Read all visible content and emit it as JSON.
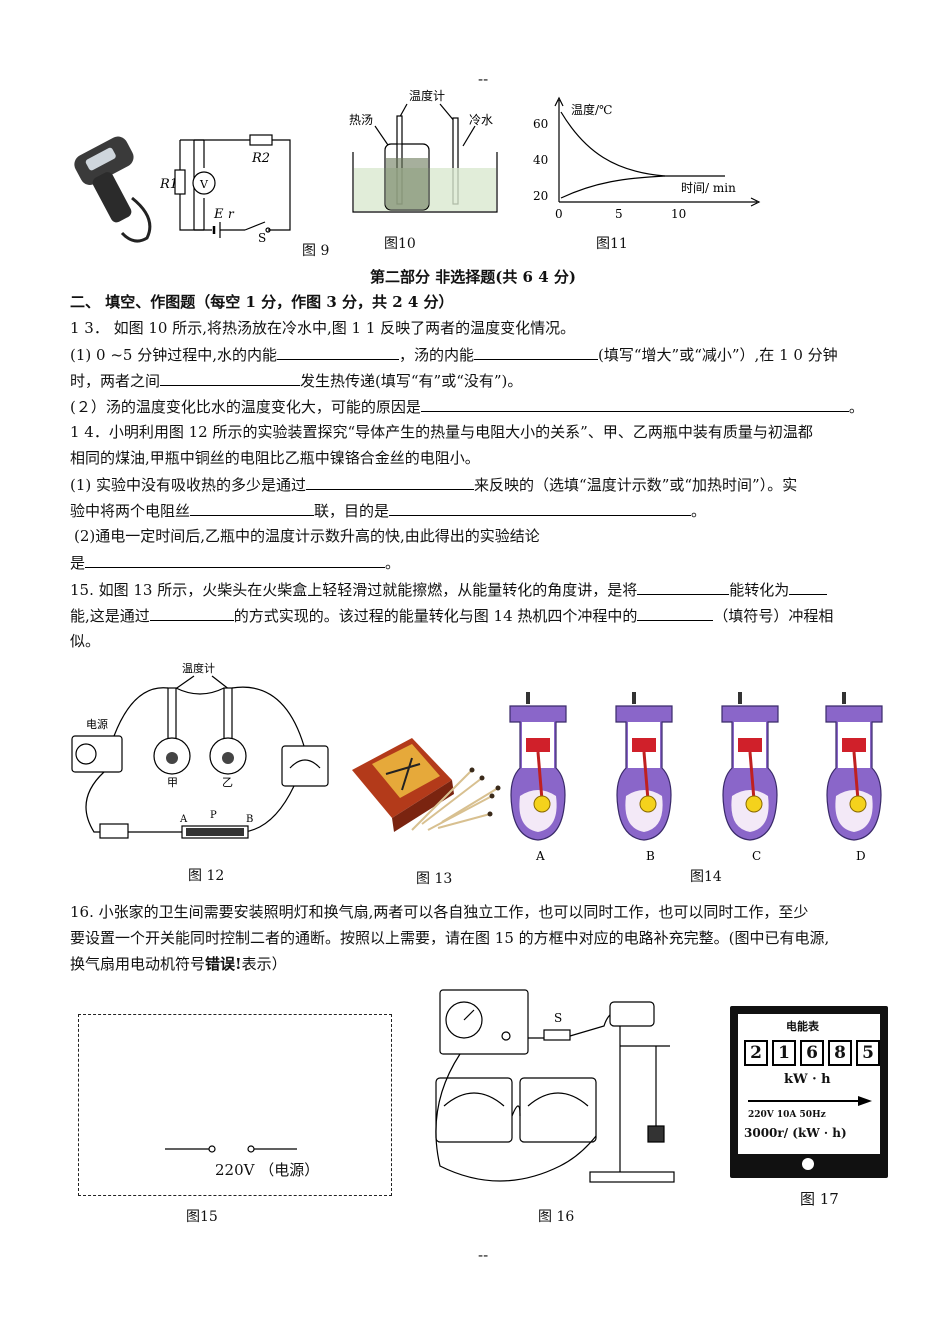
{
  "page": {
    "top_mark": "--",
    "bottom_mark": "--"
  },
  "figures": {
    "fig9": {
      "caption": "图 9",
      "labels": {
        "r1": "R1",
        "r2": "R2",
        "v": "V",
        "e": "E",
        "r": "r",
        "s": "S"
      }
    },
    "fig10": {
      "caption": "图10",
      "labels": {
        "thermo": "温度计",
        "hot": "热汤",
        "cold": "冷水"
      }
    },
    "fig11": {
      "caption": "图11",
      "ylabel": "温度/℃",
      "xlabel": "时间/ min",
      "yticks": [
        "60",
        "40",
        "20"
      ],
      "xticks": [
        "0",
        "5",
        "10"
      ]
    },
    "fig12": {
      "caption": "图 12",
      "labels": {
        "thermo": "温度计",
        "power": "电源",
        "jia": "甲",
        "yi": "乙",
        "a": "A",
        "p": "P",
        "b": "B"
      }
    },
    "fig13": {
      "caption": "图 13"
    },
    "fig14": {
      "caption": "图14",
      "strokes": [
        "A",
        "B",
        "C",
        "D"
      ]
    },
    "fig15": {
      "caption": "图15",
      "source": "220V  （电源）"
    },
    "fig16": {
      "caption": "图 16",
      "labels": {
        "s": "S"
      }
    },
    "fig17": {
      "caption": "图 17",
      "title": "电能表",
      "digits": [
        "2",
        "1",
        "6",
        "8",
        "5"
      ],
      "unit": "kW · h",
      "spec": "220V 10A 50Hz",
      "rating": "3000r/ (kW · h)"
    }
  },
  "section": {
    "part": "第二部分    非选择题(共 6 4 分)",
    "heading": "二、   填空、作图题（每空 1 分，作图 3 分，共 2 4 分）"
  },
  "q13": {
    "stem": "1 3． 如图 10 所示,将热汤放在冷水中,图 1 1 反映了两者的温度变化情况。",
    "p1a": "(1) 0 ~5 分钟过程中,水的内能",
    "p1b": "，汤的内能",
    "p1c": "(填写“增大”或“减小”）,在 1 0 分钟",
    "p2a": "时，两者之间",
    "p2b": "发生热传递(填写“有”或“没有”)。",
    "p3": "(２）汤的温度变化比水的温度变化大，可能的原因是",
    "p3end": "。"
  },
  "q14": {
    "stem1": "1 4．小明利用图 12 所示的实验装置探究“导体产生的热量与电阻大小的关系”、甲、乙两瓶中装有质量与初温都",
    "stem2": "相同的煤油,甲瓶中铜丝的电阻比乙瓶中镍铬合金丝的电阻小。",
    "p1a": "(1) 实验中没有吸收热的多少是通过",
    "p1b": "来反映的（选填“温度计示数”或“加热时间”）。实",
    "p2a": "验中将两个电阻丝",
    "p2b": "联，目的是",
    "p2c": "。",
    "p3": "(2)通电一定时间后,乙瓶中的温度计示数升高的快,由此得出的实验结论",
    "p4a": "是",
    "p4b": "。"
  },
  "q15": {
    "a": "15.  如图 13 所示，火柴头在火柴盒上轻轻滑过就能擦燃，从能量转化的角度讲，是将",
    "b": "能转化为",
    "c": "能,这是通过",
    "d": "的方式实现的。该过程的能量转化与图 14 热机四个冲程中的",
    "e": "（填符号）冲程相",
    "f": "似。"
  },
  "q16": {
    "l1": "16.    小张家的卫生间需要安装照明灯和换气扇,两者可以各自独立工作，也可以同时工作，也可以同时工作，至少",
    "l2": "要设置一个开关能同时控制二者的通断。按照以上需要，请在图 15 的方框中对应的电路补充完整。(图中已有电源,",
    "l3a": "换气扇用电动机符号",
    "l3b": "错误!",
    "l3c": "表示）"
  }
}
